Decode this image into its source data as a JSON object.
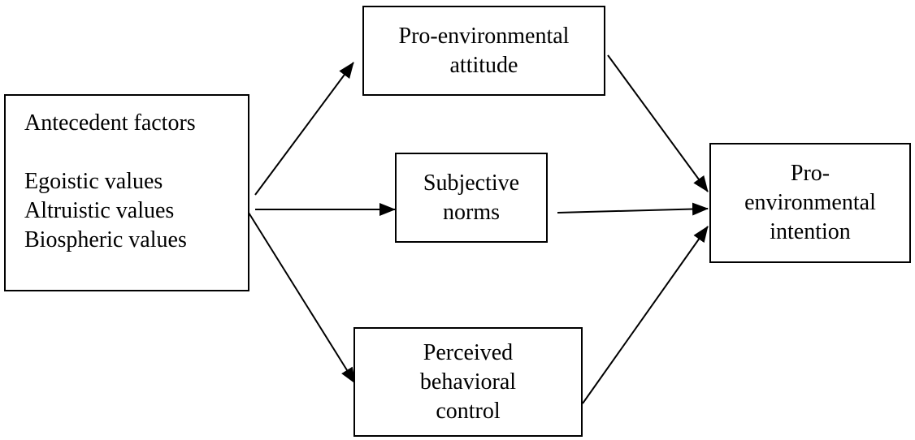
{
  "antecedent": {
    "heading": "Antecedent factors",
    "items": [
      "Egoistic values",
      "Altruistic values",
      "Biospheric values"
    ]
  },
  "attitude": {
    "lines": [
      "Pro-environmental",
      "attitude"
    ]
  },
  "norms": {
    "lines": [
      "Subjective",
      "norms"
    ]
  },
  "pbc": {
    "lines": [
      "Perceived",
      "behavioral",
      "control"
    ]
  },
  "intention": {
    "lines": [
      "Pro-",
      "environmental",
      "intention"
    ]
  },
  "arrows": [
    {
      "from": "antecedent",
      "to": "attitude"
    },
    {
      "from": "antecedent",
      "to": "norms"
    },
    {
      "from": "antecedent",
      "to": "pbc"
    },
    {
      "from": "attitude",
      "to": "intention"
    },
    {
      "from": "norms",
      "to": "intention"
    },
    {
      "from": "pbc",
      "to": "intention"
    }
  ],
  "colors": {
    "line": "#000000",
    "background": "#ffffff"
  }
}
